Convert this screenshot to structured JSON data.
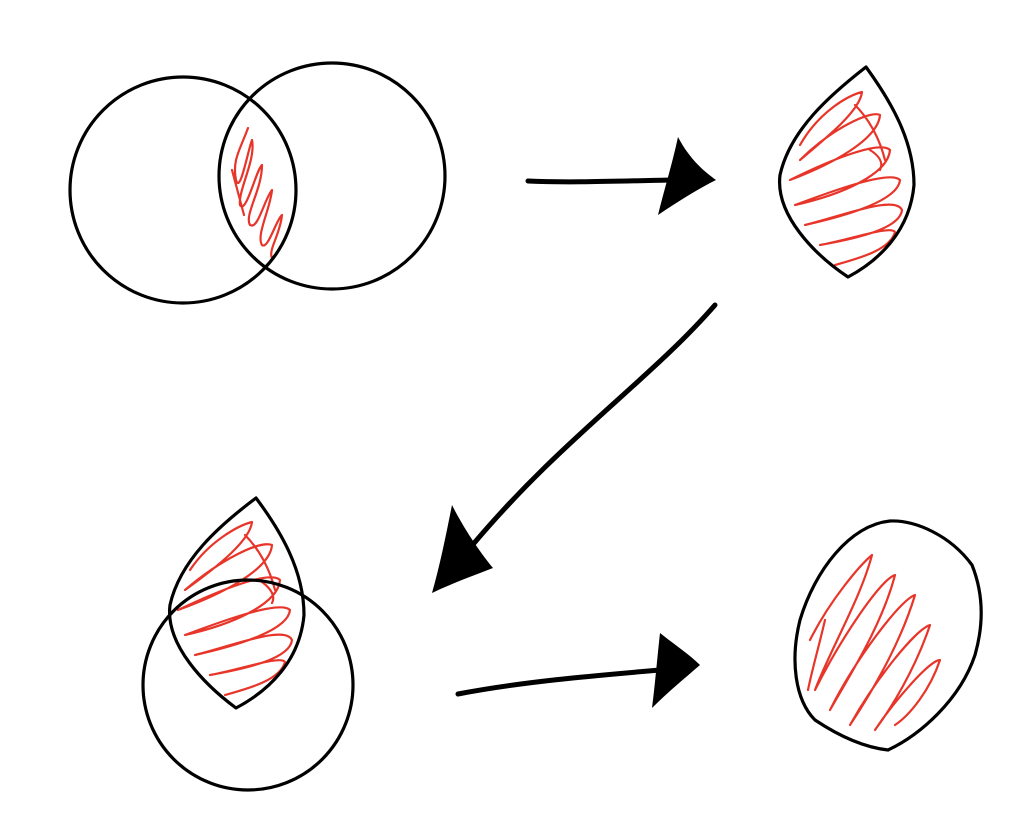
{
  "diagram": {
    "steps": [
      {
        "id": "step-1",
        "content": "two-overlapping-circles-with-shaded-intersection"
      },
      {
        "id": "step-2",
        "content": "lens-shape-shaded"
      },
      {
        "id": "step-3",
        "content": "lens-shape-overlapping-circle"
      },
      {
        "id": "step-4",
        "content": "rounded-blob-shaded"
      }
    ],
    "arrows": [
      {
        "from": "step-1",
        "to": "step-2",
        "direction": "right"
      },
      {
        "from": "step-2",
        "to": "step-3",
        "direction": "down-left"
      },
      {
        "from": "step-3",
        "to": "step-4",
        "direction": "right"
      }
    ]
  },
  "colors": {
    "ink": "#000000",
    "shade": "#e8352a",
    "background": "#ffffff"
  }
}
